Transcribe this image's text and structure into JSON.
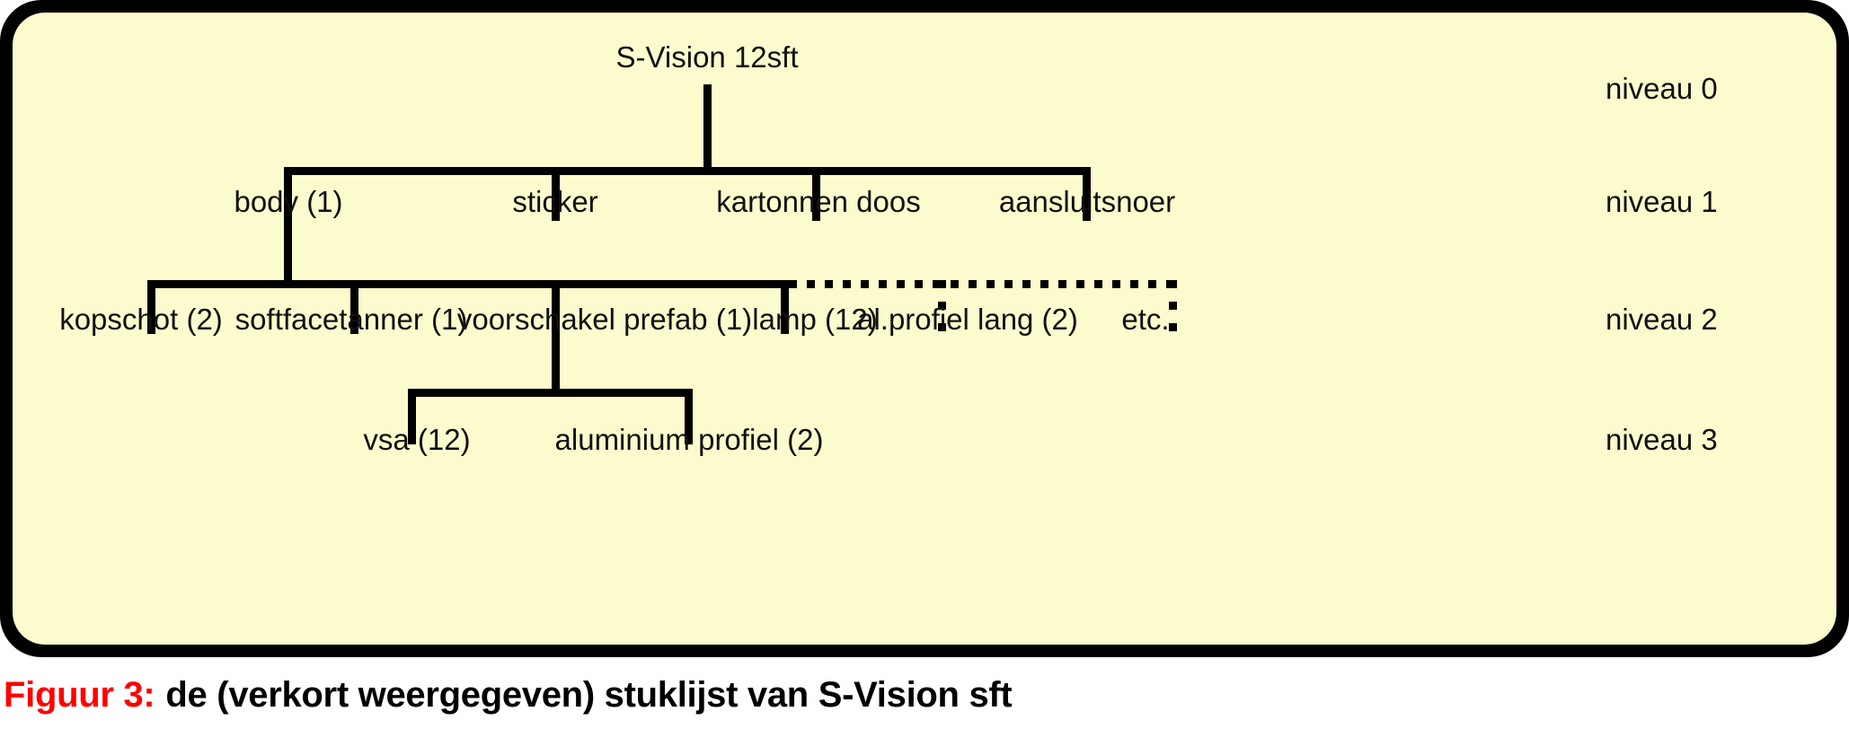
{
  "figure": {
    "background_color": "#fcfbcd",
    "frame_color": "#000000",
    "line_color": "#000000",
    "accent_color": "#ff0000"
  },
  "caption": {
    "label": "Figuur 3:",
    "text": "de (verkort weergegeven) stuklijst van S-Vision sft"
  },
  "level_labels": [
    {
      "text": "niveau 0"
    },
    {
      "text": "niveau 1"
    },
    {
      "text": "niveau 2"
    },
    {
      "text": "niveau 3"
    }
  ],
  "tree": {
    "root": {
      "label": "S-Vision 12sft",
      "level": 0
    },
    "level1": [
      {
        "label": "body (1)",
        "level": 1
      },
      {
        "label": "sticker",
        "level": 1
      },
      {
        "label": "kartonnen doos",
        "level": 1
      },
      {
        "label": "aansluitsnoer",
        "level": 1
      }
    ],
    "level2": [
      {
        "label": "kopschot (2)",
        "level": 2,
        "style": "solid"
      },
      {
        "label": "softfacetanner (1)",
        "level": 2,
        "style": "solid"
      },
      {
        "label": "voorschakel prefab (1)",
        "level": 2,
        "style": "solid"
      },
      {
        "label": "lamp (12)",
        "level": 2,
        "style": "solid"
      },
      {
        "label": "al.profiel lang (2)",
        "level": 2,
        "style": "dotted"
      },
      {
        "label": "etc.",
        "level": 2,
        "style": "dotted"
      }
    ],
    "level3": [
      {
        "label": "vsa  (12)",
        "level": 3
      },
      {
        "label": "aluminium profiel (2)",
        "level": 3
      }
    ]
  }
}
